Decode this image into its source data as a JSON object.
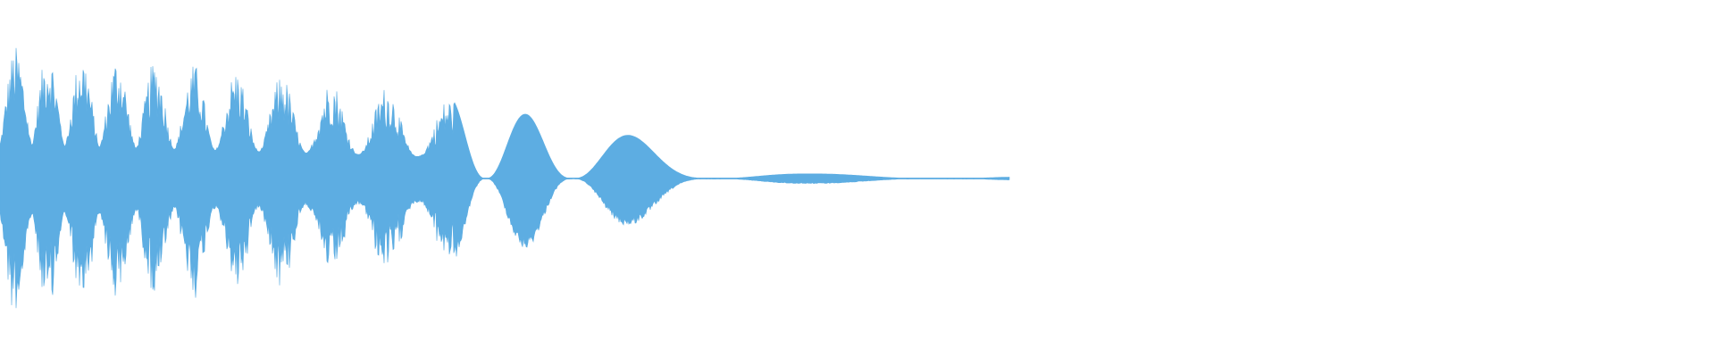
{
  "waveform": {
    "color": "#5dade2",
    "background": "#ffffff",
    "shape": "decaying-oscillation",
    "envelope_segments": [
      {
        "peak": 1.0,
        "decay": 0.05
      },
      {
        "peak": 0.85,
        "decay": 0.12
      },
      {
        "peak": 0.68,
        "decay": 0.3
      },
      {
        "peak": 0.35,
        "decay": 0.6
      },
      {
        "peak": 0.12,
        "decay": 0.85
      },
      {
        "peak": 0.03,
        "decay": 1.0
      }
    ]
  }
}
